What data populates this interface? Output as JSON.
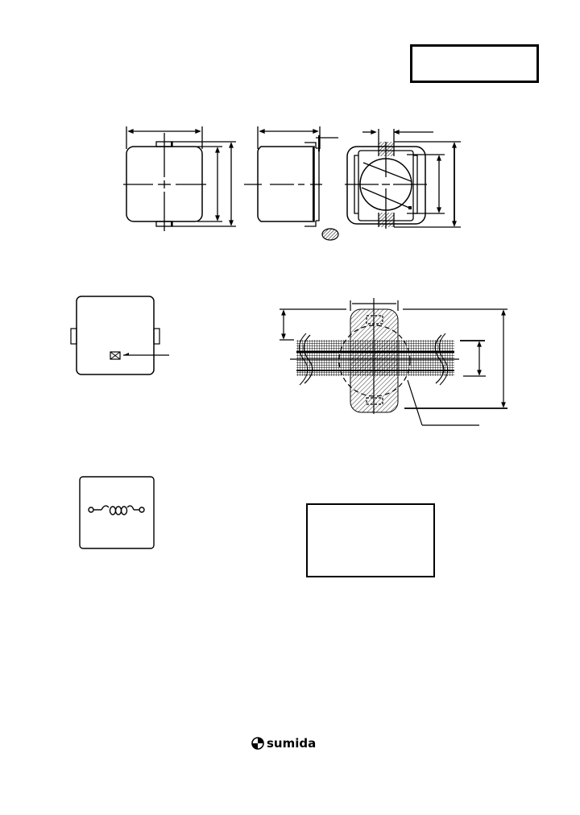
{
  "document": {
    "type": "inductor datasheet drawing",
    "title_box_text": "",
    "spec_box_text": "",
    "brand": {
      "name": "sumida",
      "icon": "sumida-logo-icon",
      "color": "#000000"
    }
  },
  "views": [
    {
      "id": "top-view",
      "label": ""
    },
    {
      "id": "side-view",
      "label": ""
    },
    {
      "id": "bottom-view",
      "label": ""
    },
    {
      "id": "marking-view",
      "label": ""
    },
    {
      "id": "land-pattern-view",
      "label": ""
    },
    {
      "id": "schematic-view",
      "label": ""
    }
  ],
  "colors": {
    "line": "#000000",
    "background": "#ffffff"
  }
}
